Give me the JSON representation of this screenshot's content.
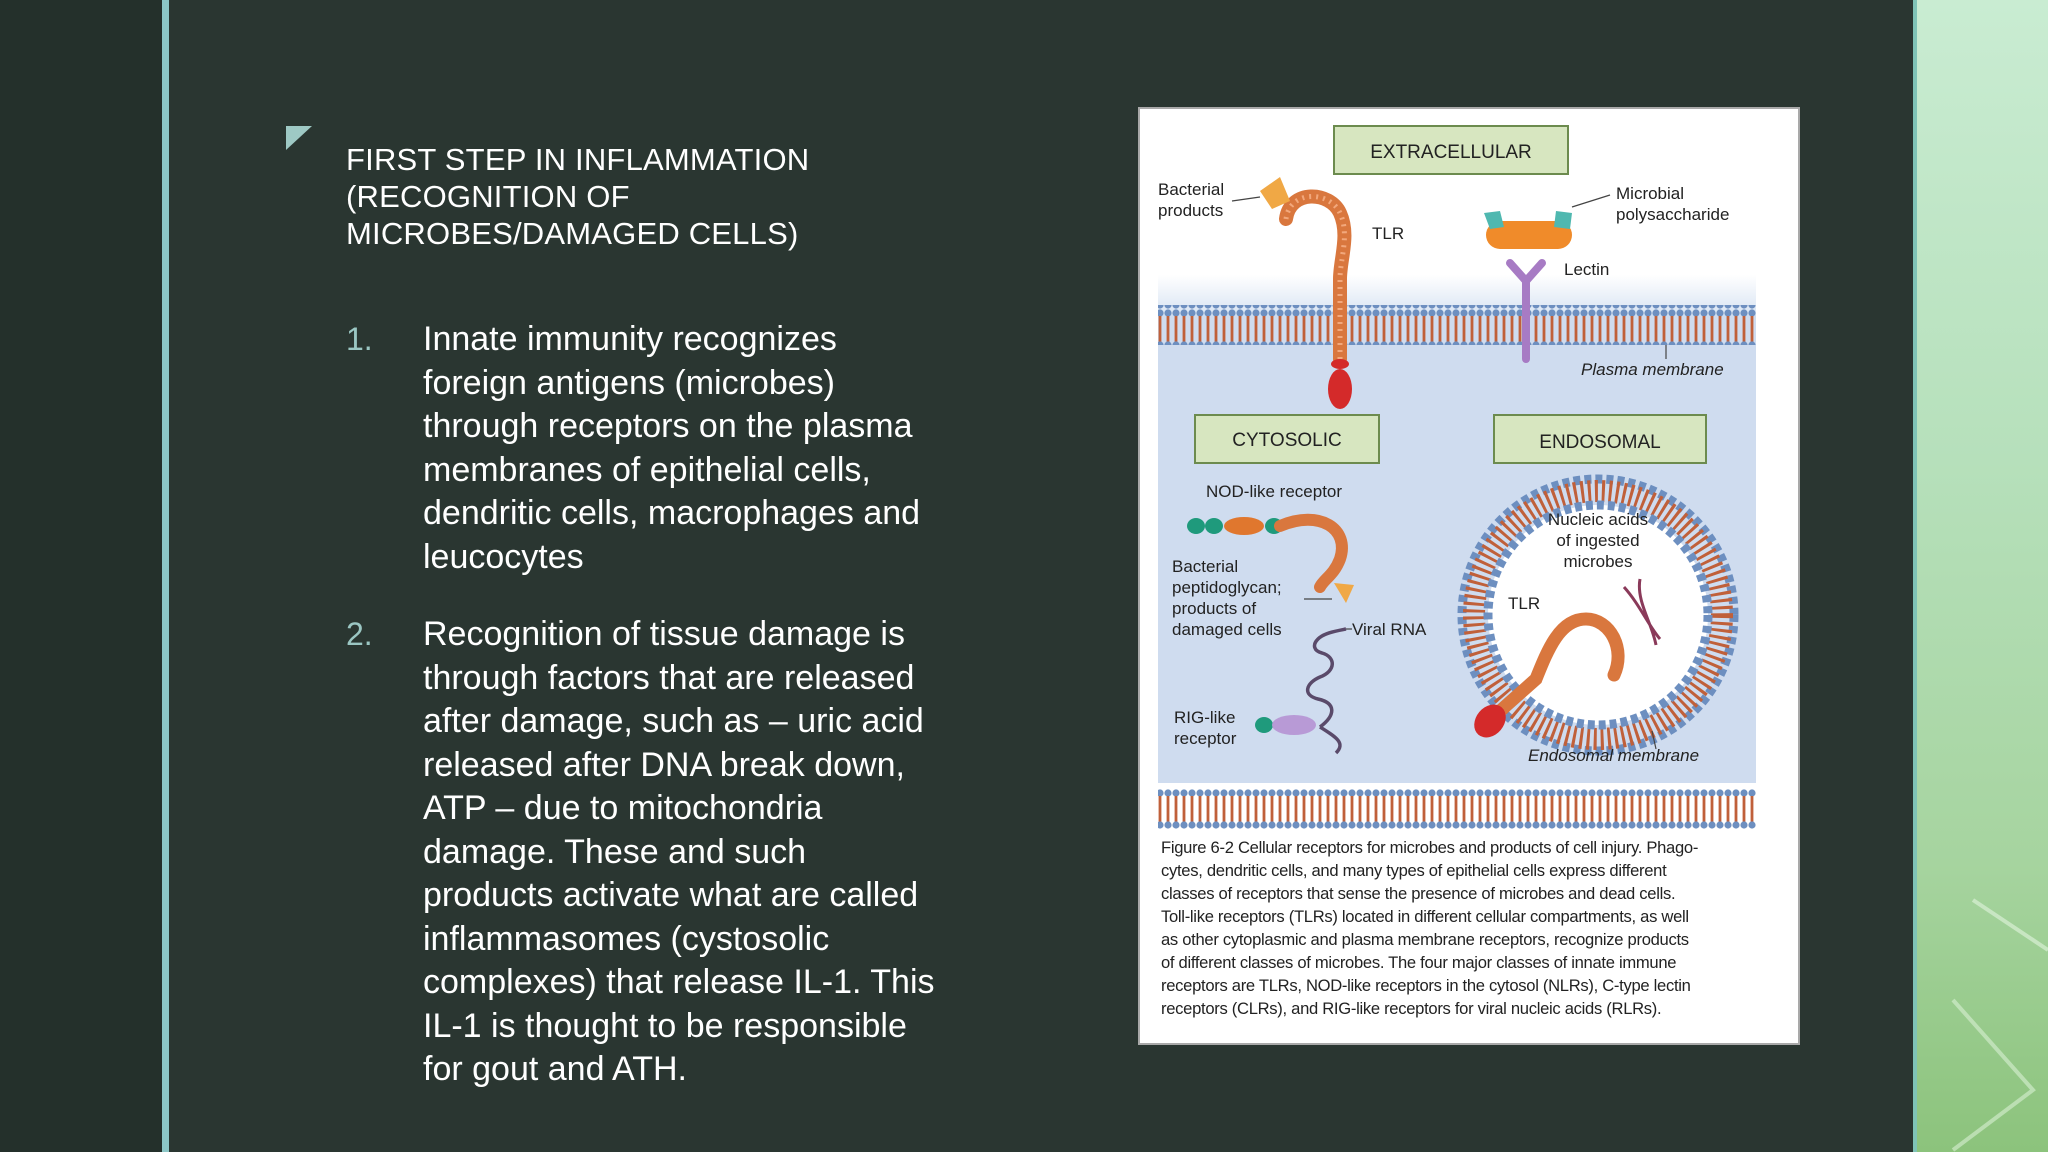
{
  "heading": {
    "lines": [
      "FIRST STEP IN INFLAMMATION",
      "(RECOGNITION OF",
      "MICROBES/DAMAGED CELLS)"
    ]
  },
  "list": [
    {
      "number": "1.",
      "lines": [
        "Innate immunity recognizes",
        "foreign antigens (microbes)",
        "through receptors on the plasma",
        "membranes of epithelial cells,",
        "dendritic cells, macrophages and",
        "leucocytes"
      ]
    },
    {
      "number": "2.",
      "lines": [
        "Recognition of tissue damage is",
        "through factors that are released",
        "after damage, such as – uric acid",
        "released after DNA break down,",
        "ATP – due to mitochondria",
        "damage.  These and such",
        "products activate what are called",
        "inflammasomes (cystosolic",
        "complexes) that release IL-1.  This",
        "IL-1 is thought to be responsible",
        "for gout and ATH."
      ]
    }
  ],
  "figure": {
    "sections": {
      "extracellular": "EXTRACELLULAR",
      "cytosolic": "CYTOSOLIC",
      "endosomal": "ENDOSOMAL"
    },
    "labels": {
      "bacterial_products_1": "Bacterial",
      "bacterial_products_2": "products",
      "tlr_top": "TLR",
      "microbial_1": "Microbial",
      "microbial_2": "polysaccharide",
      "lectin": "Lectin",
      "plasma_membrane": "Plasma membrane",
      "nod_like": "NOD-like receptor",
      "bact_pep_1": "Bacterial",
      "bact_pep_2": "peptidoglycan;",
      "bact_pep_3": "products of",
      "bact_pep_4": "damaged cells",
      "viral_rna": "Viral RNA",
      "rig_1": "RIG-like",
      "rig_2": "receptor",
      "nucleic_1": "Nucleic acids",
      "nucleic_2": "of ingested",
      "nucleic_3": "microbes",
      "tlr_endo": "TLR",
      "endosomal_membrane": "Endosomal membrane"
    },
    "caption": {
      "figure_number": "Figure 6-2",
      "lines": [
        "Cellular receptors for microbes and products of cell injury. Phago-",
        "cytes, dendritic cells, and many types of epithelial cells express different",
        "classes of receptors that sense the presence of microbes and dead cells.",
        "Toll-like receptors (TLRs) located in different cellular compartments, as well",
        "as other cytoplasmic and plasma membrane receptors, recognize products",
        "of different classes of microbes. The four major classes of innate immune",
        "receptors are TLRs, NOD-like receptors in the cytosol (NLRs), C-type lectin",
        "receptors (CLRs), and RIG-like receptors for viral nucleic acids (RLRs)."
      ]
    }
  }
}
